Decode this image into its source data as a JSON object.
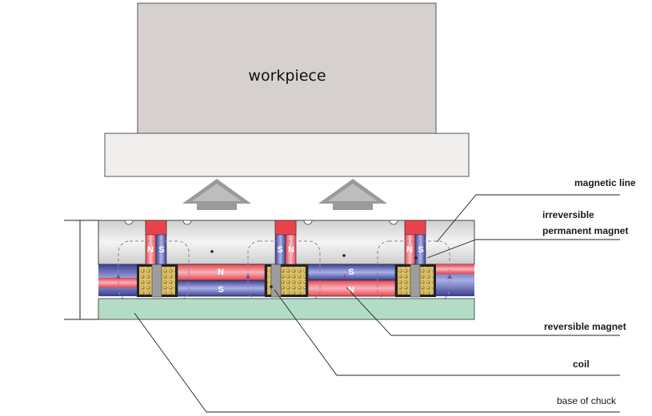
{
  "workpiece": {
    "label": "workpiece"
  },
  "labels": {
    "magnetic_line": "magnetic line",
    "irreversible_line1": "irreversible",
    "irreversible_line2": "permanent magnet",
    "reversible_magnet": "reversible magnet",
    "coil": "coil",
    "base_of_chuck": "base of chuck"
  },
  "poles": {
    "irreversible_1_left": "N",
    "irreversible_1_right": "S",
    "irreversible_2_left": "S",
    "irreversible_2_right": "N",
    "irreversible_3_left": "N",
    "irreversible_3_right": "S",
    "reversible_1_top": "N",
    "reversible_1_bottom": "S",
    "reversible_2_top": "S",
    "reversible_2_bottom": "N"
  },
  "colors": {
    "workpiece_fill": "#d6d0ce",
    "plate_fill": "#f1eeee",
    "base_fill": "#b3dcc6",
    "north_red": "#e8434d",
    "south_blue": "#3a3f8f",
    "coil_gold": "#c8a94c",
    "arrow_gray": "#9a9a9a",
    "flux_dash": "#9c78a8"
  }
}
